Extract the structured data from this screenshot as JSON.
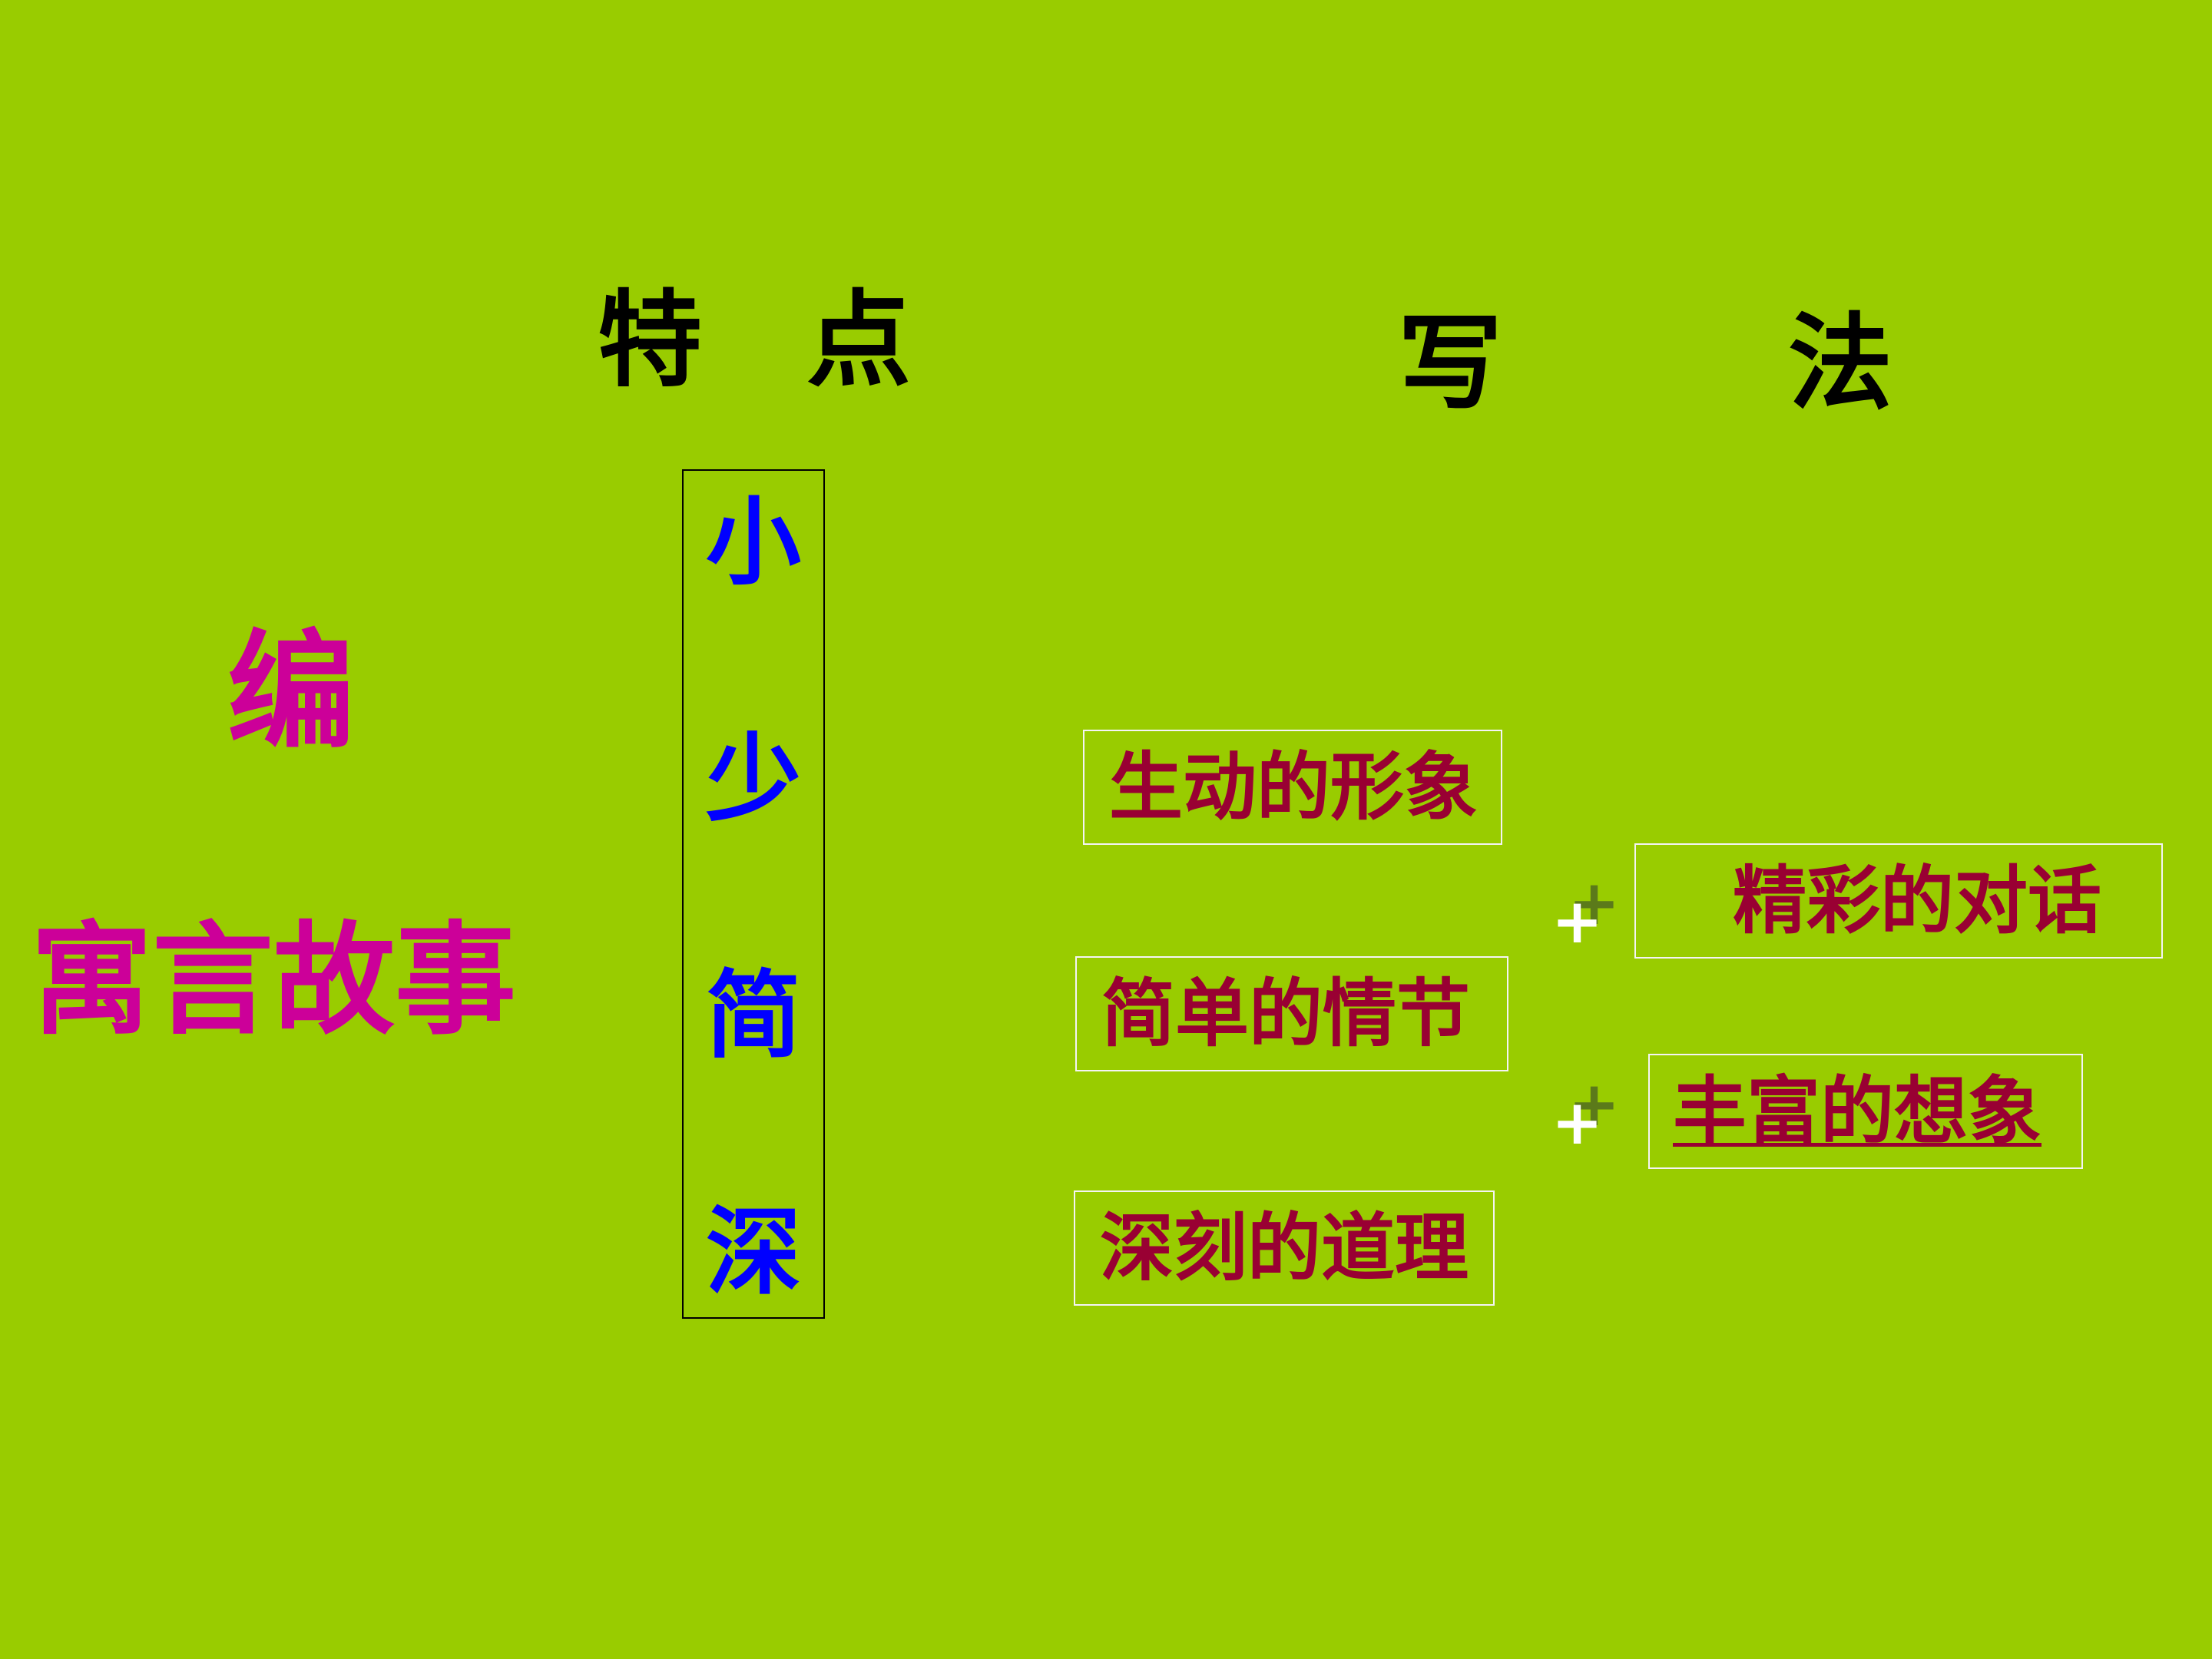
{
  "headers": {
    "features": "特　点",
    "writing_left": "写",
    "writing_right": "法"
  },
  "left": {
    "bian": "编",
    "fable": "寓言故事"
  },
  "features_column": [
    "小",
    "少",
    "简",
    "深"
  ],
  "writing_items": {
    "image": "生动的形象",
    "plot": "简单的情节",
    "moral": "深刻的道理",
    "dialogue": "精彩的对话",
    "imagination": "丰富的想象"
  },
  "plus_sign": "+",
  "colors": {
    "background": "#99cc00",
    "header": "#000000",
    "magenta": "#cc0099",
    "column_text": "#0000ff",
    "item_text": "#990033"
  }
}
